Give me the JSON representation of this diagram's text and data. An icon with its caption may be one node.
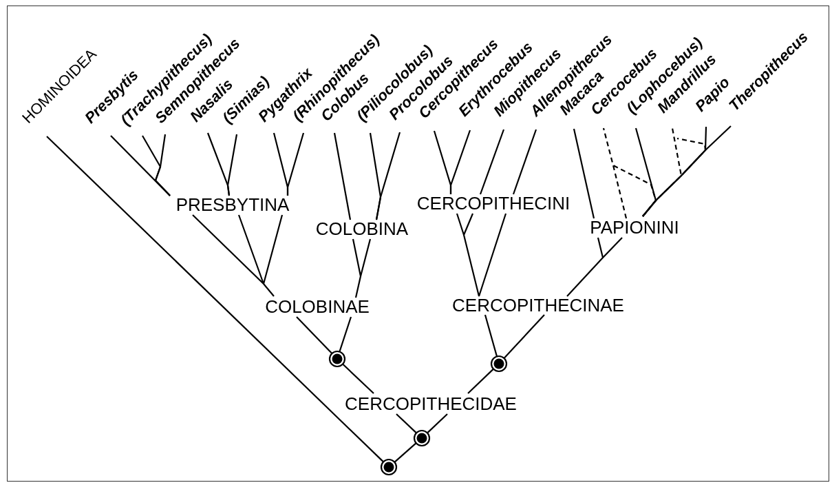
{
  "diagram": {
    "nodes": [
      {
        "text": [
          "HOMINOIDEA"
        ]
      },
      {
        "text": [
          "Presbytis"
        ]
      },
      {
        "text": [
          "(Trachypithecus)"
        ]
      },
      {
        "text": [
          "Semnopithecus"
        ]
      },
      {
        "text": [
          "Nasalis"
        ]
      },
      {
        "text": [
          "(Simias)"
        ]
      },
      {
        "text": [
          "Pygathrix"
        ]
      },
      {
        "text": [
          "(Rhinopithecus)"
        ]
      },
      {
        "text": [
          "Colobus"
        ]
      },
      {
        "text": [
          "(Piliocolobus)"
        ]
      },
      {
        "text": [
          "Procolobus"
        ]
      },
      {
        "text": [
          "Cercopithecus"
        ]
      },
      {
        "text": [
          "Erythrocebus"
        ]
      },
      {
        "text": [
          "Miopithecus"
        ]
      },
      {
        "text": [
          "Allenopithecus"
        ]
      },
      {
        "text": [
          "Macaca"
        ]
      },
      {
        "text": [
          "Cercocebus"
        ]
      },
      {
        "text": [
          "(Lophocebus)"
        ]
      },
      {
        "text": [
          "Mandrillus"
        ]
      },
      {
        "text": [
          "Papio"
        ]
      },
      {
        "text": [
          "Theropithecus"
        ]
      },
      {
        "text": [
          "PRESBYTINA"
        ]
      },
      {
        "text": [
          "CERCOPITHECINI"
        ]
      },
      {
        "text": [
          "PAPIONINI"
        ]
      },
      {
        "text": [
          "COLOBINA"
        ]
      },
      {
        "text": [
          "CERCOPITHECINAE"
        ]
      },
      {
        "text": [
          "COLOBINAE"
        ]
      },
      {
        "text": [],
        "shape": "circle"
      },
      {
        "text": [],
        "shape": "circle"
      },
      {
        "text": [
          "CERCOPITHECIDAE"
        ]
      },
      {
        "text": [],
        "shape": "circle"
      },
      {
        "text": [],
        "shape": "circle"
      }
    ],
    "edges": [
      {
        "from": 31,
        "to": 0,
        "arrow": "none"
      },
      {
        "from": 31,
        "to": 30,
        "arrow": "none"
      },
      {
        "from": 30,
        "to": 29,
        "arrow": "none"
      },
      {
        "from": 29,
        "to": 27,
        "arrow": "none"
      },
      {
        "from": 29,
        "to": 28,
        "arrow": "none"
      },
      {
        "from": 27,
        "to": 26,
        "arrow": "none"
      },
      {
        "from": 28,
        "to": 25,
        "arrow": "none"
      },
      {
        "from": 26,
        "to": 21,
        "arrow": "none"
      },
      {
        "from": 26,
        "to": 24,
        "arrow": "none"
      },
      {
        "from": 25,
        "to": 22,
        "arrow": "none"
      },
      {
        "from": 25,
        "to": 23,
        "arrow": "none"
      },
      {
        "from": 21,
        "to": 1,
        "arrow": "none"
      },
      {
        "from": 21,
        "to": 2,
        "arrow": "none"
      },
      {
        "from": 21,
        "to": 3,
        "arrow": "none"
      },
      {
        "from": 21,
        "to": 4,
        "arrow": "none"
      },
      {
        "from": 21,
        "to": 5,
        "arrow": "none"
      },
      {
        "from": 21,
        "to": 6,
        "arrow": "none"
      },
      {
        "from": 21,
        "to": 7,
        "arrow": "none"
      },
      {
        "from": 24,
        "to": 8,
        "arrow": "none"
      },
      {
        "from": 24,
        "to": 9,
        "arrow": "none"
      },
      {
        "from": 24,
        "to": 10,
        "arrow": "none"
      },
      {
        "from": 22,
        "to": 11,
        "arrow": "none"
      },
      {
        "from": 22,
        "to": 12,
        "arrow": "none"
      },
      {
        "from": 22,
        "to": 13,
        "arrow": "none"
      },
      {
        "from": 22,
        "to": 14,
        "arrow": "none"
      },
      {
        "from": 23,
        "to": 15,
        "arrow": "none"
      },
      {
        "from": 23,
        "to": 16,
        "arrow": "none",
        "style": "dashed"
      },
      {
        "from": 23,
        "to": 17,
        "arrow": "none"
      },
      {
        "from": 23,
        "to": 18,
        "arrow": "none",
        "style": "dashed"
      },
      {
        "from": 23,
        "to": 19,
        "arrow": "none"
      },
      {
        "from": 23,
        "to": 20,
        "arrow": "none"
      }
    ]
  }
}
